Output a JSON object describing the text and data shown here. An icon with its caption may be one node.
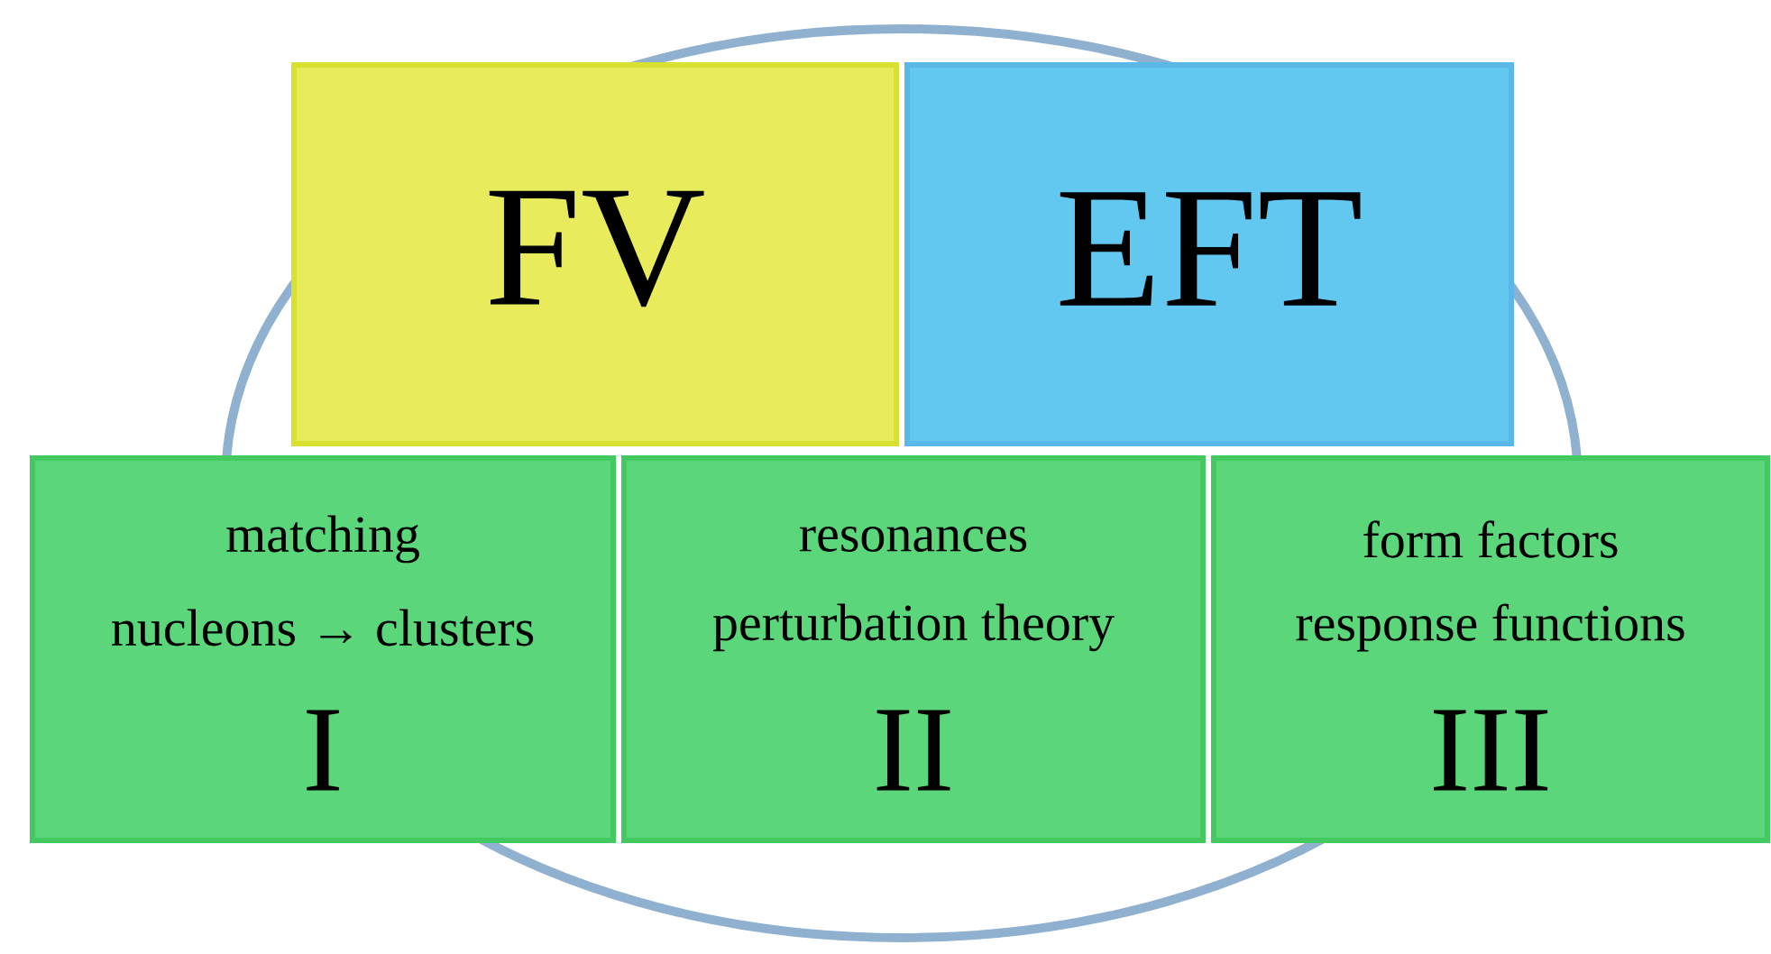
{
  "diagram": {
    "nodes": [
      {
        "text": [
          "FV"
        ]
      },
      {
        "text": [
          "EFT"
        ]
      },
      {
        "text": [
          "matching",
          "nucleons → clusters",
          "I"
        ]
      },
      {
        "text": [
          "resonances",
          "perturbation theory",
          "II"
        ]
      },
      {
        "text": [
          "form factors",
          "response functions",
          "III"
        ]
      }
    ]
  }
}
